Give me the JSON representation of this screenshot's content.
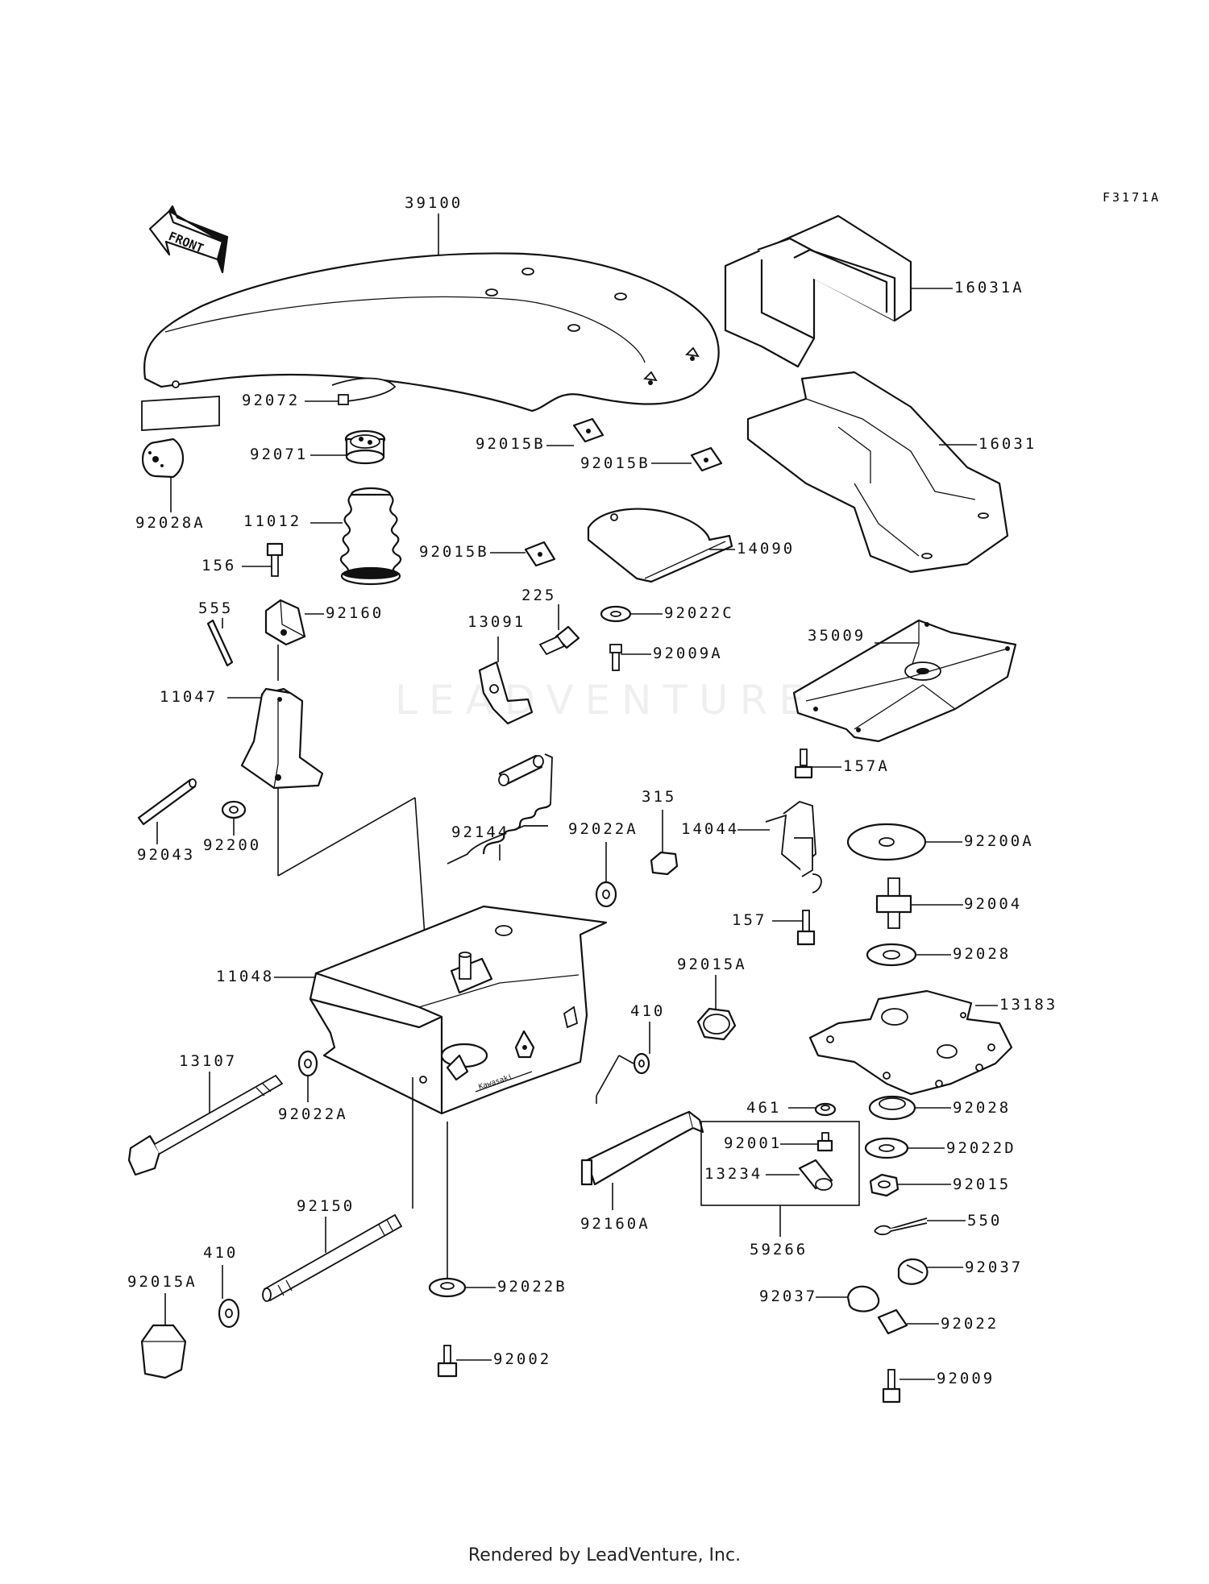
{
  "diagram_code": "F3171A",
  "front_label": "FRONT",
  "watermark": "LEADVENTURE",
  "footer": "Rendered by LeadVenture, Inc.",
  "parts": {
    "p39100": "39100",
    "p16031A": "16031A",
    "p16031": "16031",
    "p92072": "92072",
    "p92071": "92071",
    "p92028A": "92028A",
    "p92015B_1": "92015B",
    "p92015B_2": "92015B",
    "p92015B_3": "92015B",
    "p11012": "11012",
    "p156": "156",
    "p14090": "14090",
    "p555": "555",
    "p92160": "92160",
    "p225": "225",
    "p13091": "13091",
    "p92022C": "92022C",
    "p92009A": "92009A",
    "p35009": "35009",
    "p11047": "11047",
    "p157A": "157A",
    "p92043": "92043",
    "p92200": "92200",
    "p92144": "92144",
    "p315": "315",
    "p92022A_1": "92022A",
    "p14044": "14044",
    "p92200A": "92200A",
    "p92004": "92004",
    "p157": "157",
    "p92028_1": "92028",
    "p11048": "11048",
    "p92015A_1": "92015A",
    "p13183": "13183",
    "p410_1": "410",
    "p13107": "13107",
    "p92022A_2": "92022A",
    "p461": "461",
    "p92028_2": "92028",
    "p92001": "92001",
    "p92022D": "92022D",
    "p13234": "13234",
    "p92015": "92015",
    "p92160A": "92160A",
    "p550": "550",
    "p92150": "92150",
    "p59266": "59266",
    "p92037_1": "92037",
    "p410_2": "410",
    "p92015A_2": "92015A",
    "p92022B": "92022B",
    "p92037_2": "92037",
    "p92022": "92022",
    "p92002": "92002",
    "p92009": "92009"
  }
}
